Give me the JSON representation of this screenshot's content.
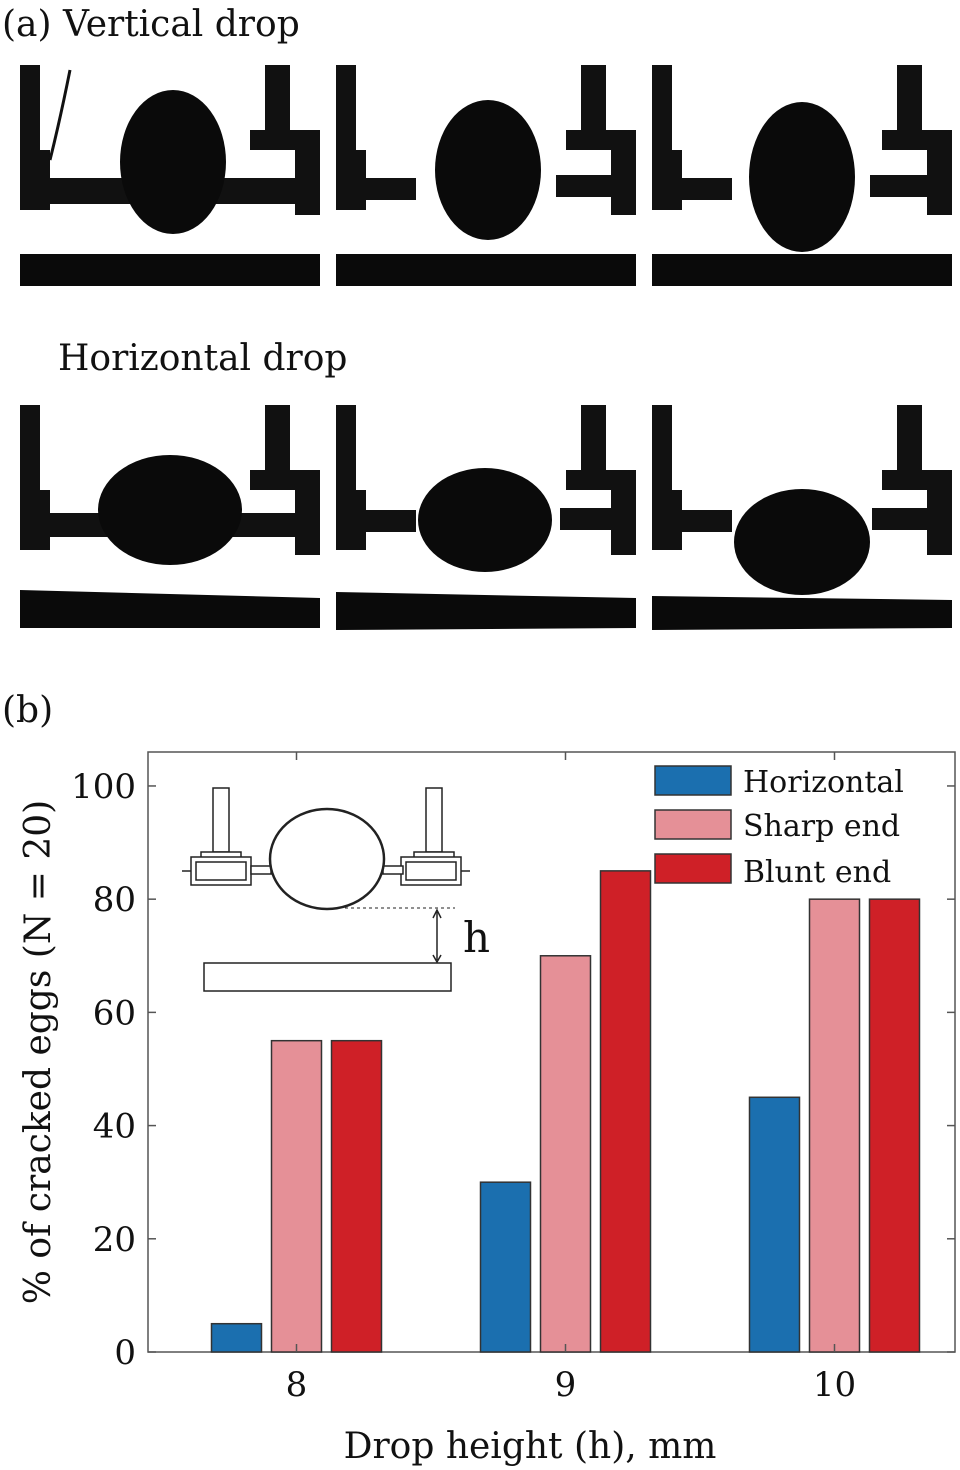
{
  "panel_a": {
    "label": "(a) Vertical drop",
    "row2_label": "Horizontal drop"
  },
  "panel_b": {
    "label": "(b)",
    "inset_label": "h"
  },
  "chart_data": {
    "type": "bar",
    "title": "",
    "xlabel": "Drop height (h), mm",
    "ylabel": "% of cracked eggs (N = 20)",
    "categories": [
      "8",
      "9",
      "10"
    ],
    "series": [
      {
        "name": "Horizontal",
        "color": "#1b6faf",
        "values": [
          5,
          30,
          45
        ]
      },
      {
        "name": "Sharp end",
        "color": "#e59097",
        "values": [
          55,
          70,
          80
        ]
      },
      {
        "name": "Blunt end",
        "color": "#cf2027",
        "values": [
          55,
          85,
          80
        ]
      }
    ],
    "ylim": [
      0,
      106
    ],
    "yticks": [
      "0",
      "20",
      "40",
      "60",
      "80",
      "100"
    ],
    "grid": false,
    "legend_position": "top-right"
  }
}
